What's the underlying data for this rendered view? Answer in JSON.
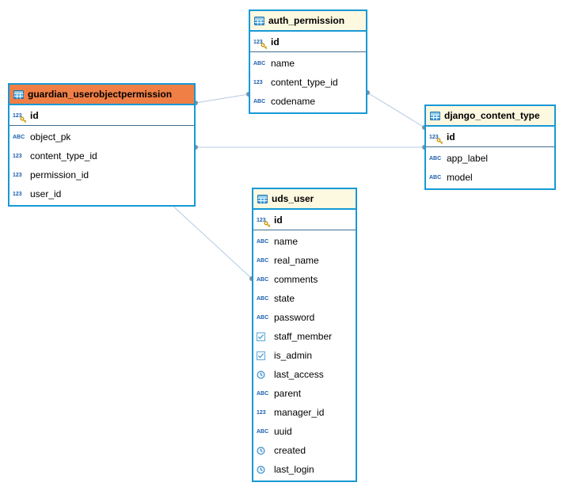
{
  "diagram": {
    "tables": [
      {
        "name": "auth_permission",
        "selected": false,
        "columns": [
          {
            "name": "id",
            "type": "numeric",
            "pk": true
          },
          {
            "name": "name",
            "type": "text",
            "pk": false
          },
          {
            "name": "content_type_id",
            "type": "numeric",
            "pk": false
          },
          {
            "name": "codename",
            "type": "text",
            "pk": false
          }
        ]
      },
      {
        "name": "guardian_userobjectpermission",
        "selected": true,
        "columns": [
          {
            "name": "id",
            "type": "numeric",
            "pk": true
          },
          {
            "name": "object_pk",
            "type": "text",
            "pk": false
          },
          {
            "name": "content_type_id",
            "type": "numeric",
            "pk": false
          },
          {
            "name": "permission_id",
            "type": "numeric",
            "pk": false
          },
          {
            "name": "user_id",
            "type": "numeric",
            "pk": false
          }
        ]
      },
      {
        "name": "django_content_type",
        "selected": false,
        "columns": [
          {
            "name": "id",
            "type": "numeric",
            "pk": true
          },
          {
            "name": "app_label",
            "type": "text",
            "pk": false
          },
          {
            "name": "model",
            "type": "text",
            "pk": false
          }
        ]
      },
      {
        "name": "uds_user",
        "selected": false,
        "columns": [
          {
            "name": "id",
            "type": "numeric",
            "pk": true
          },
          {
            "name": "name",
            "type": "text",
            "pk": false
          },
          {
            "name": "real_name",
            "type": "text",
            "pk": false
          },
          {
            "name": "comments",
            "type": "text",
            "pk": false
          },
          {
            "name": "state",
            "type": "text",
            "pk": false
          },
          {
            "name": "password",
            "type": "text",
            "pk": false
          },
          {
            "name": "staff_member",
            "type": "boolean",
            "pk": false
          },
          {
            "name": "is_admin",
            "type": "boolean",
            "pk": false
          },
          {
            "name": "last_access",
            "type": "datetime",
            "pk": false
          },
          {
            "name": "parent",
            "type": "text",
            "pk": false
          },
          {
            "name": "manager_id",
            "type": "numeric",
            "pk": false
          },
          {
            "name": "uuid",
            "type": "text",
            "pk": false
          },
          {
            "name": "created",
            "type": "datetime",
            "pk": false
          },
          {
            "name": "last_login",
            "type": "datetime",
            "pk": false
          }
        ]
      }
    ],
    "relationships": [
      {
        "from": "guardian_userobjectpermission",
        "to": "auth_permission"
      },
      {
        "from": "auth_permission",
        "to": "django_content_type"
      },
      {
        "from": "guardian_userobjectpermission",
        "to": "django_content_type"
      },
      {
        "from": "guardian_userobjectpermission",
        "to": "uds_user"
      }
    ],
    "icons": {
      "numeric": "123",
      "text": "ABC"
    },
    "colors": {
      "border": "#1799d6",
      "header_bg": "#fdf8e0",
      "selected_header_bg": "#f07f46",
      "row_bg": "#ffffff",
      "line": "#b4cbe2",
      "dot": "#7d93a8",
      "icon_text": "#1b5fae",
      "pk_separator": "#406e8e"
    }
  }
}
